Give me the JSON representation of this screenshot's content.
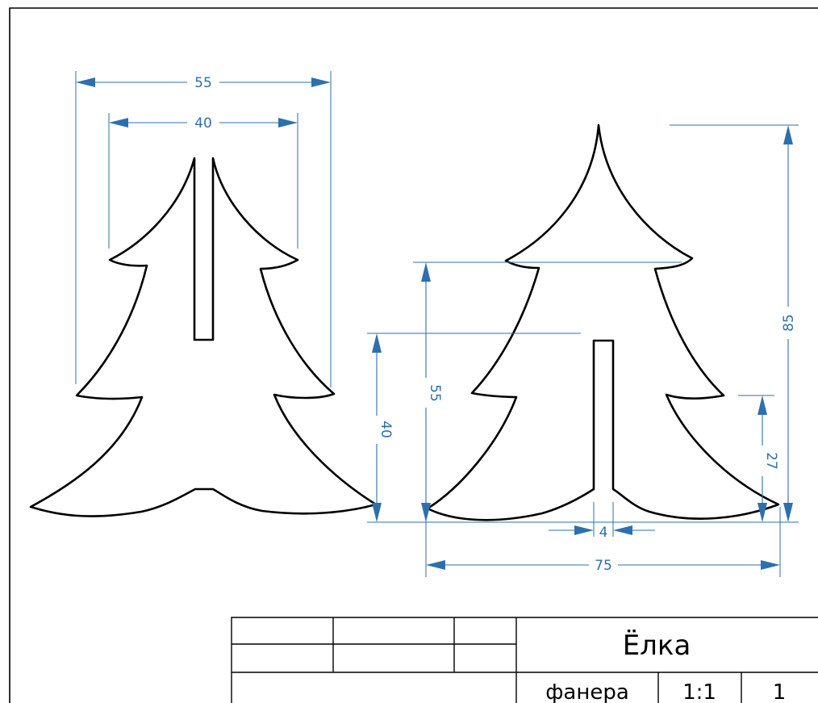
{
  "dimensions": {
    "left_total_width": "55",
    "left_branch_width": "40",
    "right_slot_height": "40",
    "right_tier_height": "55",
    "right_total_height": "85",
    "right_slot_gap": "27",
    "right_slot_width": "4",
    "right_total_width": "75"
  },
  "title_block": {
    "title": "Ёлка",
    "material": "фанера",
    "scale": "1:1",
    "sheet": "1"
  },
  "colors": {
    "dimension": "#2e6fae",
    "outline": "#000000"
  }
}
